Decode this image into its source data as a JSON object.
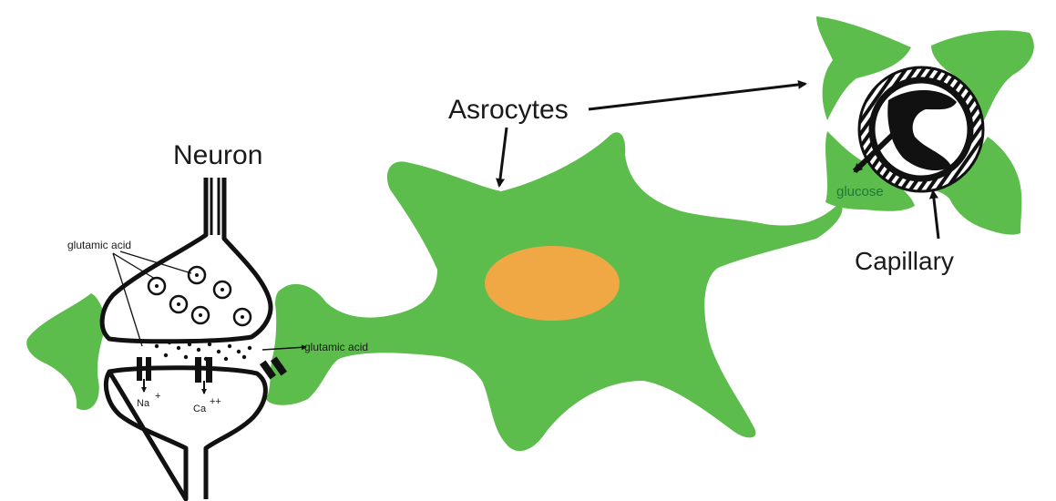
{
  "labels": {
    "neuron": "Neuron",
    "astrocytes": "Asrocytes",
    "capillary": "Capillary",
    "glucose": "glucose",
    "glutamic_acid_top": "glutamic acid",
    "glutamic_acid_cleft": "glutamic acid",
    "sodium": "Na",
    "sodium_charge": "+",
    "calcium": "Ca",
    "calcium_charge": "++"
  },
  "colors": {
    "astrocyte_green": "#5cbc4c",
    "nucleus_orange": "#f0a845",
    "outline": "#111111"
  }
}
